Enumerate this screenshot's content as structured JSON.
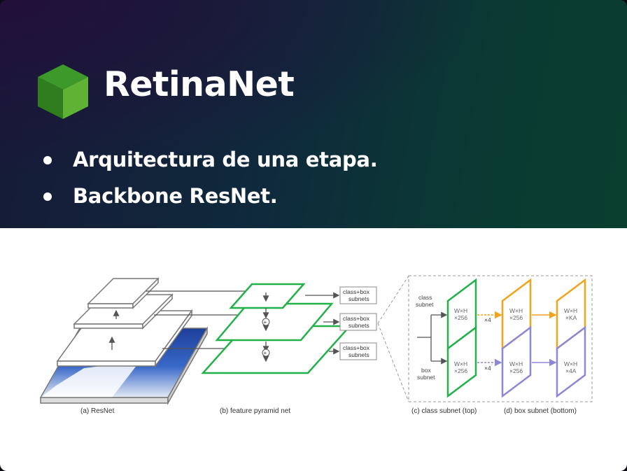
{
  "slide": {
    "title": "RetinaNet",
    "bullets": [
      "Arquitectura de una etapa.",
      "Backbone ResNet."
    ]
  },
  "logo": {
    "icon": "green-cube-icon",
    "colors": {
      "light": "#5fb233",
      "dark": "#2f7d1e",
      "top": "#3d9a2a"
    }
  },
  "diagram": {
    "captions": {
      "resnet": "(a) ResNet",
      "fpn": "(b) feature pyramid net",
      "class_subnet": "(c) class subnet (top)",
      "box_subnet": "(d) box subnet (bottom)"
    },
    "subnet_boxes": [
      "class+box\nsubnets",
      "class+box\nsubnets",
      "class+box\nsubnets"
    ],
    "subnet_box_line1": "class+box",
    "subnet_box_line2": "subnets",
    "class_label": [
      "class",
      "subnet"
    ],
    "box_label": [
      "box",
      "subnet"
    ],
    "class_features": [
      "W×H\n×256",
      "W×H\n×256",
      "W×H\n×KA"
    ],
    "box_features": [
      "W×H\n×256",
      "W×H\n×256",
      "W×H\n×4A"
    ],
    "repeat_label": "×4",
    "colors": {
      "green": "#22b04a",
      "orange": "#f2a31b",
      "purple": "#8e86d6",
      "gray": "#555555"
    }
  }
}
